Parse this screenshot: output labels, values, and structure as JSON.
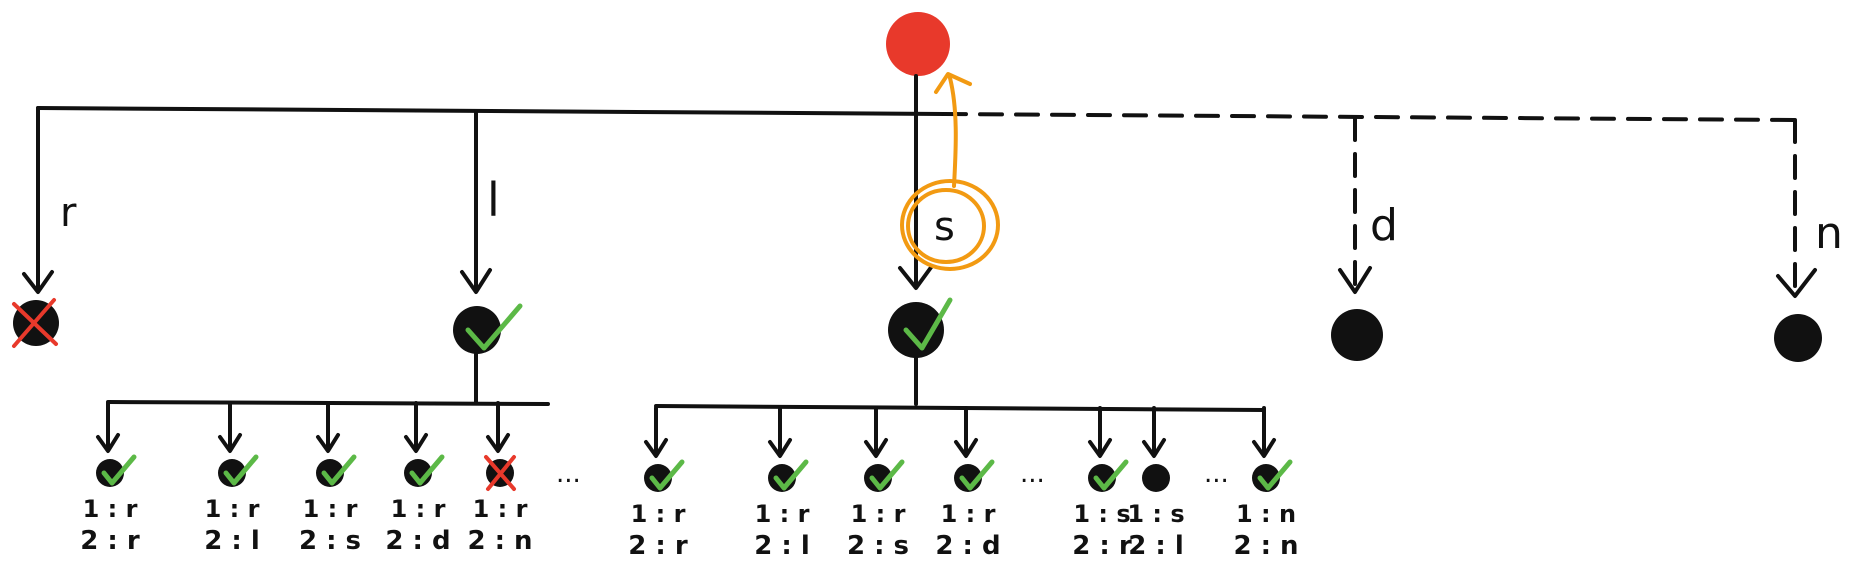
{
  "root": {
    "color": "#e8392b"
  },
  "selection_annotation": {
    "label": "s",
    "color": "#f29a12"
  },
  "level1": [
    {
      "edge_label": "r",
      "status": "rejected",
      "edge_style": "solid"
    },
    {
      "edge_label": "l",
      "status": "accepted",
      "edge_style": "solid"
    },
    {
      "edge_label": "",
      "status": "accepted",
      "edge_style": "solid"
    },
    {
      "edge_label": "d",
      "status": "unvisited",
      "edge_style": "dashed"
    },
    {
      "edge_label": "n",
      "status": "unvisited",
      "edge_style": "dashed"
    }
  ],
  "level2_left": [
    {
      "line1": "1 : r",
      "line2": "2 : r",
      "status": "accepted"
    },
    {
      "line1": "1 : r",
      "line2": "2 : l",
      "status": "accepted"
    },
    {
      "line1": "1 : r",
      "line2": "2 : s",
      "status": "accepted"
    },
    {
      "line1": "1 : r",
      "line2": "2 : d",
      "status": "accepted"
    },
    {
      "line1": "1 : r",
      "line2": "2 : n",
      "status": "rejected"
    }
  ],
  "level2_right": [
    {
      "line1": "1 : r",
      "line2": "2 : r",
      "status": "accepted"
    },
    {
      "line1": "1 : r",
      "line2": "2 : l",
      "status": "accepted"
    },
    {
      "line1": "1 : r",
      "line2": "2 : s",
      "status": "accepted"
    },
    {
      "line1": "1 : r",
      "line2": "2 : d",
      "status": "accepted"
    },
    {
      "line1": "1 : s",
      "line2": "2 : r",
      "status": "accepted"
    },
    {
      "line1": "1 : s",
      "line2": "2 : l",
      "status": "unvisited"
    },
    {
      "line1": "1 : n",
      "line2": "2 : n",
      "status": "accepted"
    }
  ],
  "ellipsis": "...",
  "colors": {
    "ink": "#111111",
    "accepted_check": "#5cb947",
    "rejected_cross": "#e8392b",
    "selection": "#f29a12"
  }
}
